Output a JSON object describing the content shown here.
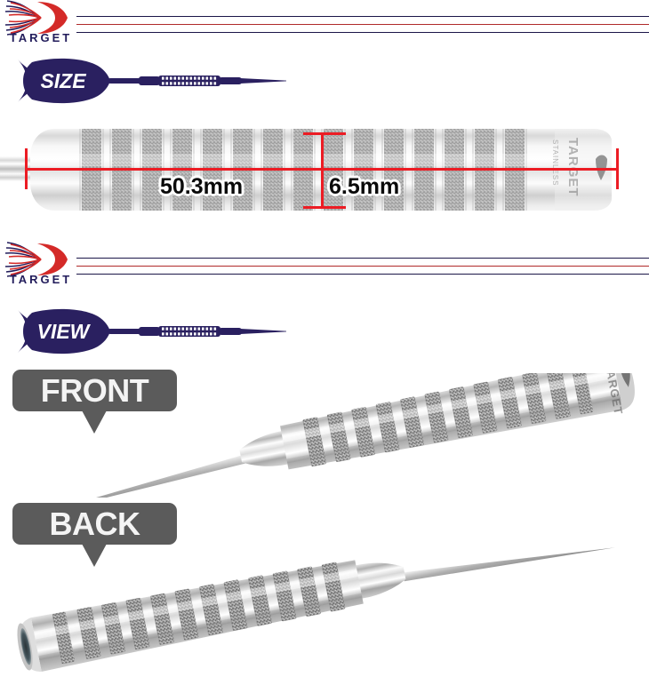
{
  "brand": {
    "name": "TARGET",
    "logo_icon": "target-arrow-fan-logo",
    "colors": {
      "navy": "#221c5b",
      "red": "#d42a28"
    }
  },
  "sections": [
    {
      "id": "size",
      "banner_label": "SIZE",
      "banner_icon": "dart-silhouette"
    },
    {
      "id": "view",
      "banner_label": "VIEW",
      "banner_icon": "dart-silhouette"
    }
  ],
  "specs": {
    "length": {
      "value": "50.3mm",
      "orientation": "horizontal"
    },
    "diameter": {
      "value": "6.5mm",
      "orientation": "vertical"
    },
    "line_color": "#ec1c24",
    "barrel_engraving": "TARGET"
  },
  "views": [
    {
      "label": "FRONT",
      "callout_color": "#5b5b5b",
      "orientation": "point-lower-left"
    },
    {
      "label": "BACK",
      "callout_color": "#5b5b5b",
      "orientation": "point-upper-right"
    }
  ]
}
